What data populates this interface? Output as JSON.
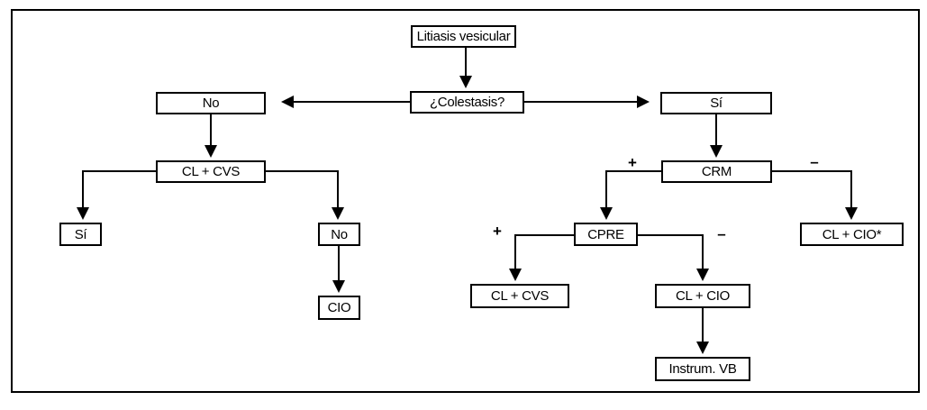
{
  "diagram": {
    "title": "Litiasis vesicular",
    "nodes": {
      "litiasis": "Litiasis vesicular",
      "colestasis": "¿Colestasis?",
      "no_branch": "No",
      "si_branch": "Sí",
      "cl_cvs": "CL + CVS",
      "si_leaf": "Sí",
      "no_leaf": "No",
      "cio": "CIO",
      "crm": "CRM",
      "cpre": "CPRE",
      "cl_cio_star": "CL + CIO*",
      "cl_cvs_leaf": "CL + CVS",
      "cl_cio": "CL + CIO",
      "instrum_vb": "Instrum. VB"
    },
    "edge_labels": {
      "crm_plus": "+",
      "crm_minus": "–",
      "cpre_plus": "+",
      "cpre_minus": "–"
    },
    "colors": {
      "line": "#000000",
      "background": "#ffffff"
    }
  }
}
